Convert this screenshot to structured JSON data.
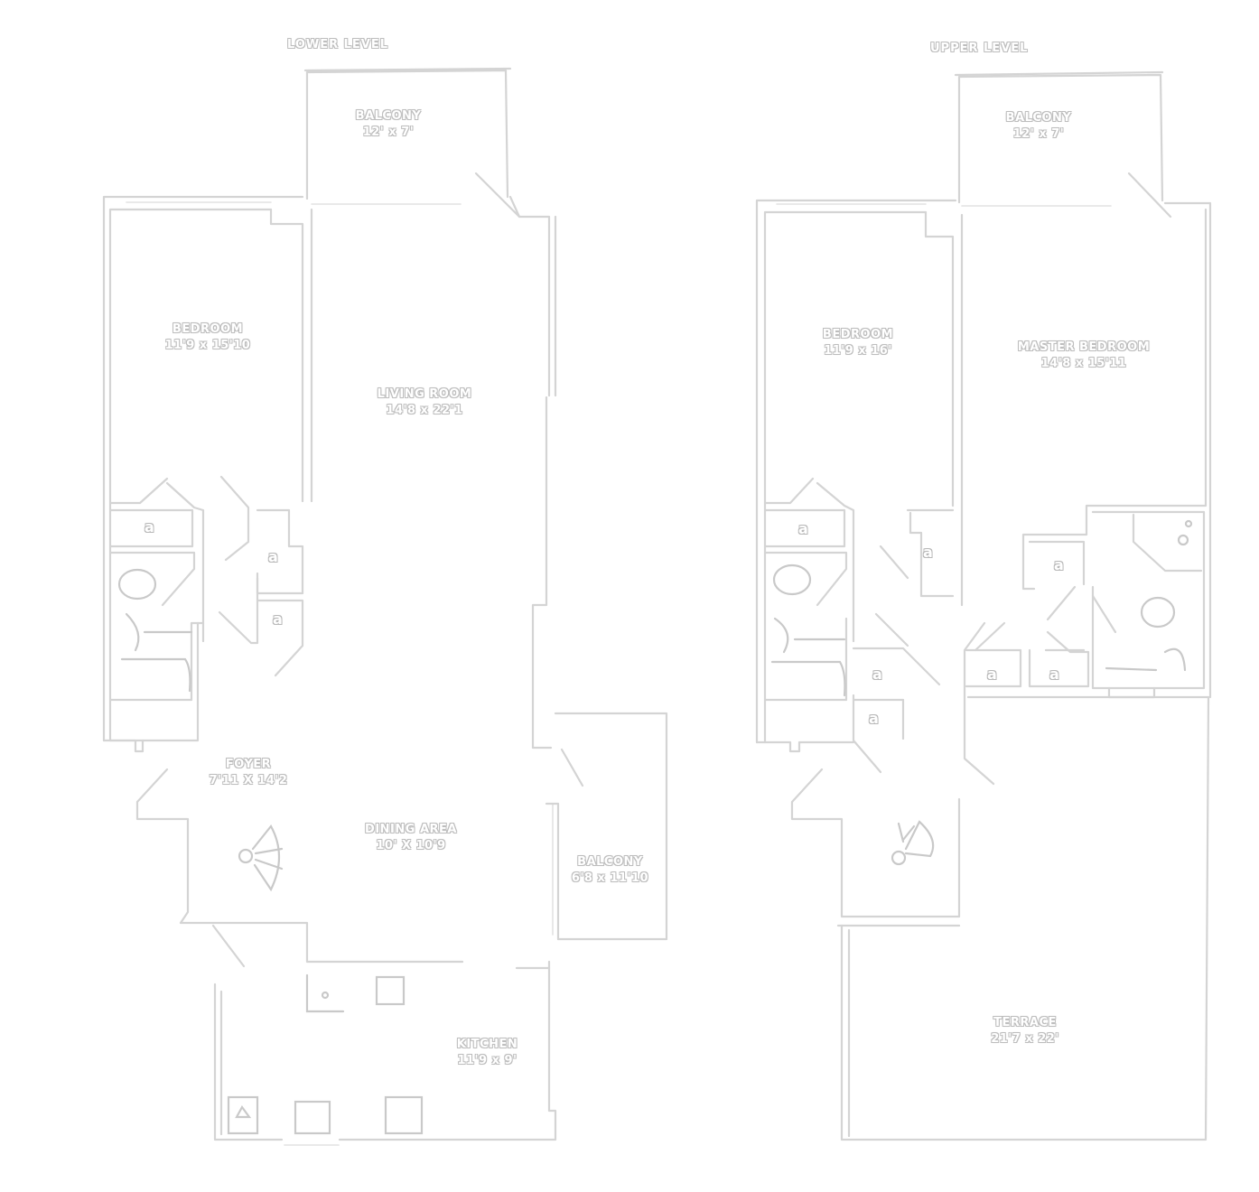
{
  "lower_level": {
    "title": "LOWER LEVEL",
    "rooms": {
      "balcony_top": {
        "name": "BALCONY",
        "dims": "12' x 7'"
      },
      "bedroom": {
        "name": "BEDROOM",
        "dims": "11'9 x 15'10"
      },
      "living_room": {
        "name": "LIVING ROOM",
        "dims": "14'8 x 22'1"
      },
      "foyer": {
        "name": "FOYER",
        "dims": "7'11 X 14'2"
      },
      "dining_area": {
        "name": "DINING AREA",
        "dims": "10' X 10'9"
      },
      "balcony_side": {
        "name": "BALCONY",
        "dims": "6'8 x 11'10"
      },
      "kitchen": {
        "name": "KITCHEN",
        "dims": "11'9 x 9'"
      }
    },
    "closet_marks": [
      "a",
      "a",
      "a"
    ]
  },
  "upper_level": {
    "title": "UPPER LEVEL",
    "rooms": {
      "balcony_top": {
        "name": "BALCONY",
        "dims": "12' x 7'"
      },
      "bedroom": {
        "name": "BEDROOM",
        "dims": "11'9 x 16'"
      },
      "master_bedroom": {
        "name": "MASTER BEDROOM",
        "dims": "14'8 x 15'11"
      },
      "terrace": {
        "name": "TERRACE",
        "dims": "21'7 x 22'"
      }
    },
    "closet_marks": [
      "a",
      "a",
      "a",
      "a",
      "a",
      "a",
      "a"
    ]
  },
  "colors": {
    "line": "#d4d4d4",
    "text_outline": "#bdbdbd",
    "background": "#ffffff"
  }
}
